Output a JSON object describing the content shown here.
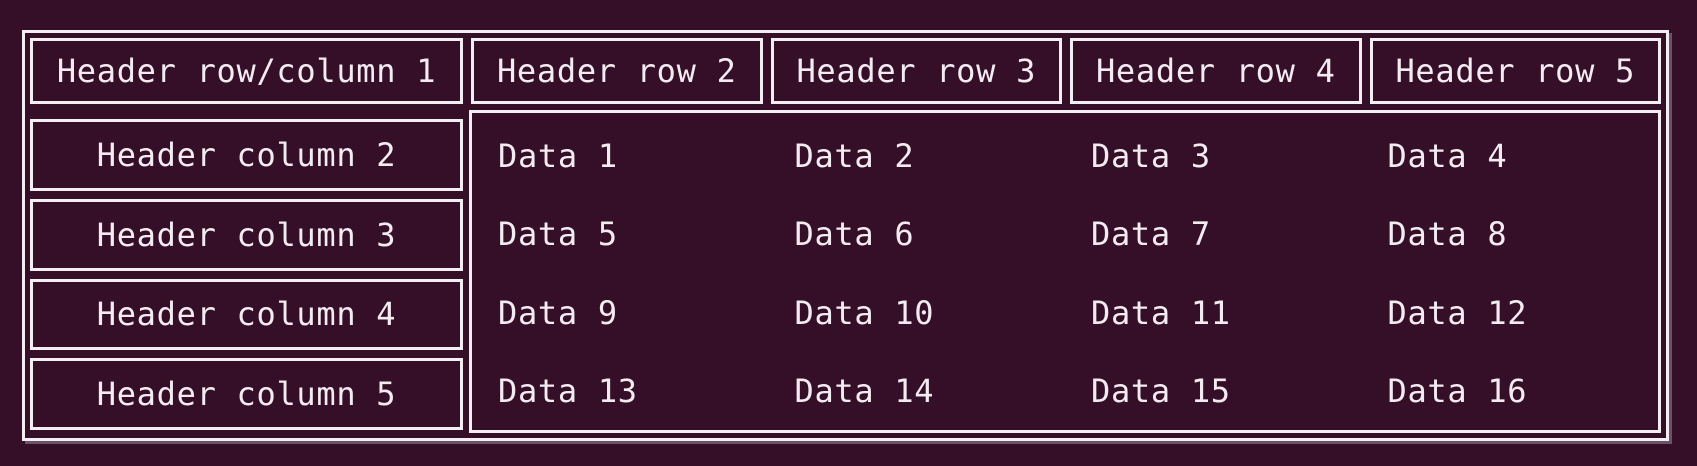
{
  "table": {
    "header_row": [
      "Header row/column 1",
      "Header row 2",
      "Header row 3",
      "Header row 4",
      "Header row 5"
    ],
    "header_column": [
      "Header column 2",
      "Header column 3",
      "Header column 4",
      "Header column 5"
    ],
    "data": [
      [
        "Data 1",
        "Data 2",
        "Data 3",
        "Data 4"
      ],
      [
        "Data 5",
        "Data 6",
        "Data 7",
        "Data 8"
      ],
      [
        "Data 9",
        "Data 10",
        "Data 11",
        "Data 12"
      ],
      [
        "Data 13",
        "Data 14",
        "Data 15",
        "Data 16"
      ]
    ]
  },
  "colors": {
    "background": "#350E27",
    "text": "#F2EBF2",
    "border": "#F3EDF4",
    "outer_shadow": "#968AA0"
  }
}
